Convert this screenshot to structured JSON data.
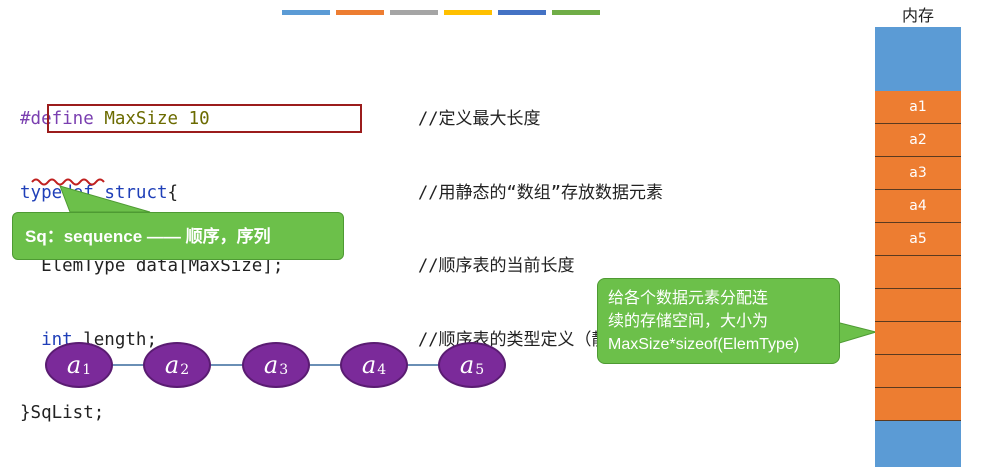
{
  "top_bar_colors": [
    "#5b9bd5",
    "#ed7d31",
    "#a5a5a5",
    "#ffc000",
    "#4472c4",
    "#70ad47"
  ],
  "code": {
    "line1": {
      "directive": "#define",
      "macro": "MaxSize",
      "value": "10"
    },
    "line2": {
      "kw1": "typedef",
      "kw2": "struct",
      "brace": "{"
    },
    "line3": {
      "text": "ElemType data[MaxSize];"
    },
    "line4": {
      "kw": "int",
      "rest": "length;"
    },
    "line5": {
      "text": "}SqList;"
    }
  },
  "comments": [
    "//定义最大长度",
    "//用静态的“数组”存放数据元素",
    "//顺序表的当前长度",
    "//顺序表的类型定义（静态分配方式）"
  ],
  "callout_sq": "Sq：sequence —— 顺序，序列",
  "nodes": [
    {
      "letter": "a",
      "sub": "1"
    },
    {
      "letter": "a",
      "sub": "2"
    },
    {
      "letter": "a",
      "sub": "3"
    },
    {
      "letter": "a",
      "sub": "4"
    },
    {
      "letter": "a",
      "sub": "5"
    }
  ],
  "memory_callout": [
    "给各个数据元素分配连",
    "续的存储空间，大小为",
    "MaxSize*sizeof(ElemType)"
  ],
  "memory": {
    "title": "内存",
    "cells": [
      "a1",
      "a2",
      "a3",
      "a4",
      "a5",
      "",
      "",
      "",
      "",
      ""
    ]
  }
}
